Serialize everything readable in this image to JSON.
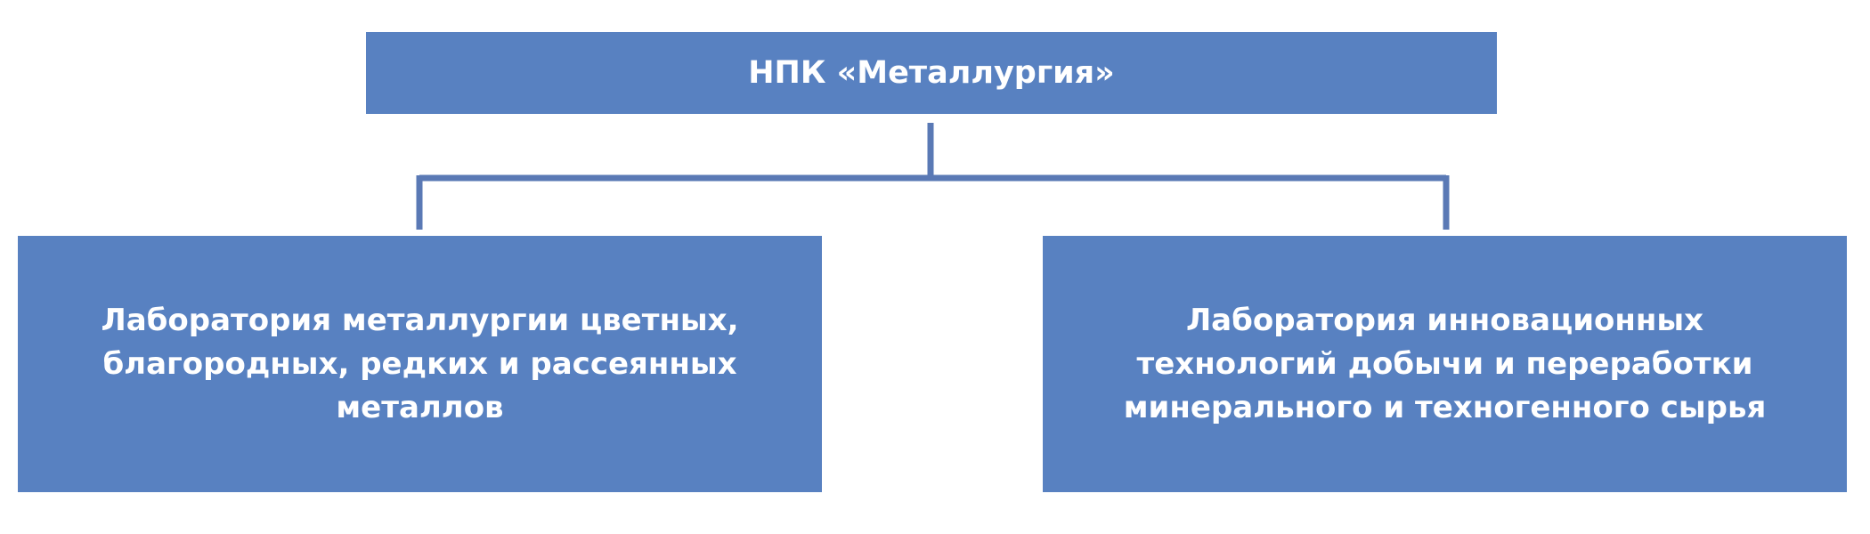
{
  "diagram": {
    "root": {
      "label": "НПК «Металлургия»"
    },
    "children": [
      {
        "label": "Лаборатория металлургии цветных,\nблагородных, редких и рассеянных\nметаллов"
      },
      {
        "label": "Лаборатория инновационных\nтехнологий добычи и переработки\nминерального и техногенного сырья"
      }
    ]
  },
  "colors": {
    "box_fill": "#5881c1",
    "connector": "#5a79b5",
    "text": "#ffffff"
  }
}
